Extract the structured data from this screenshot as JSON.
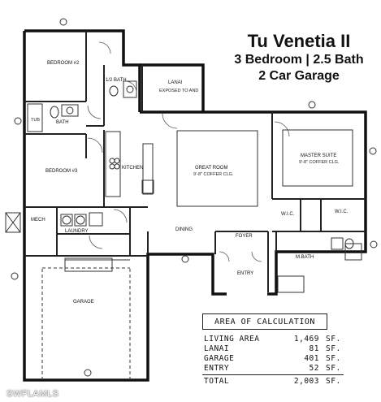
{
  "header": {
    "title": "Tu Venetia II",
    "subtitle1": "3 Bedroom | 2.5 Bath",
    "subtitle2": "2 Car Garage"
  },
  "rooms": {
    "bedroom2": "BEDROOM #2",
    "bath1": "BATH",
    "halfbath": "1/2 BATH",
    "lanai": "LANAI",
    "lanai_note": "EXPOSED TO AND",
    "bedroom3": "BEDROOM #3",
    "kitchen": "KITCHEN",
    "great_room": "GREAT ROOM",
    "great_room_note": "9'-8\" COFFER CLG.",
    "master_suite": "MASTER SUITE",
    "master_note": "9'-8\" COFFER CLG.",
    "wic1": "W.I.C.",
    "wic2": "W.I.C.",
    "laundry": "LAUNDRY",
    "foyer": "FOYER",
    "dining": "DINING",
    "entry": "ENTRY",
    "mbath": "M.BATH",
    "garage": "GARAGE",
    "mech": "MECH",
    "tub": "TUB"
  },
  "area_table": {
    "heading": "AREA OF CALCULATION",
    "rows": [
      {
        "name": "LIVING AREA",
        "value": "1,469",
        "unit": "SF."
      },
      {
        "name": "LANAI",
        "value": "81",
        "unit": "SF."
      },
      {
        "name": "GARAGE",
        "value": "401",
        "unit": "SF."
      },
      {
        "name": "ENTRY",
        "value": "52",
        "unit": "SF."
      }
    ],
    "total": {
      "name": "TOTAL",
      "value": "2,003",
      "unit": "SF."
    }
  },
  "watermark": "SWFLAMLS",
  "colors": {
    "wall": "#111111",
    "line": "#444444",
    "background": "#ffffff"
  }
}
